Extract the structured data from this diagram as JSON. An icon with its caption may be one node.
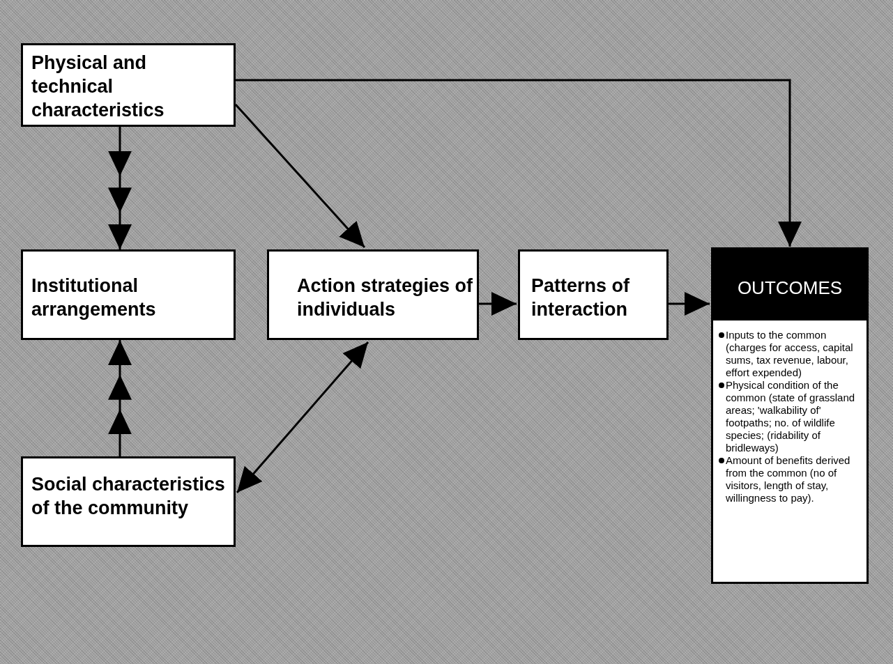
{
  "diagram": {
    "nodes": [
      {
        "text": [
          "Physical and technical characteristics"
        ]
      },
      {
        "text": [
          "Institutional arrangements"
        ]
      },
      {
        "text": [
          "Social characteristics of the community"
        ]
      },
      {
        "text": [
          "Action strategies of individuals"
        ]
      },
      {
        "text": [
          "Patterns of interaction"
        ]
      },
      {
        "text": [
          "OUTCOMES",
          "Inputs to the common (charges for access, capital sums, tax revenue, labour, effort expended)",
          "Physical condition of the common (state of grassland areas; 'walkability of' footpaths; no. of wildlife species; (ridability of bridleways)",
          "Amount of benefits derived from the common (no of visitors, length of stay, willingness to pay)."
        ]
      }
    ],
    "edges": [
      {
        "from": 0,
        "to": 1,
        "arrow": "to"
      },
      {
        "from": 2,
        "to": 1,
        "arrow": "to"
      },
      {
        "from": 0,
        "to": 3,
        "arrow": "to"
      },
      {
        "from": 3,
        "to": 2,
        "arrow": "both"
      },
      {
        "from": 3,
        "to": 4,
        "arrow": "to"
      },
      {
        "from": 4,
        "to": 5,
        "arrow": "to"
      },
      {
        "from": 0,
        "to": 5,
        "arrow": "to"
      }
    ]
  }
}
